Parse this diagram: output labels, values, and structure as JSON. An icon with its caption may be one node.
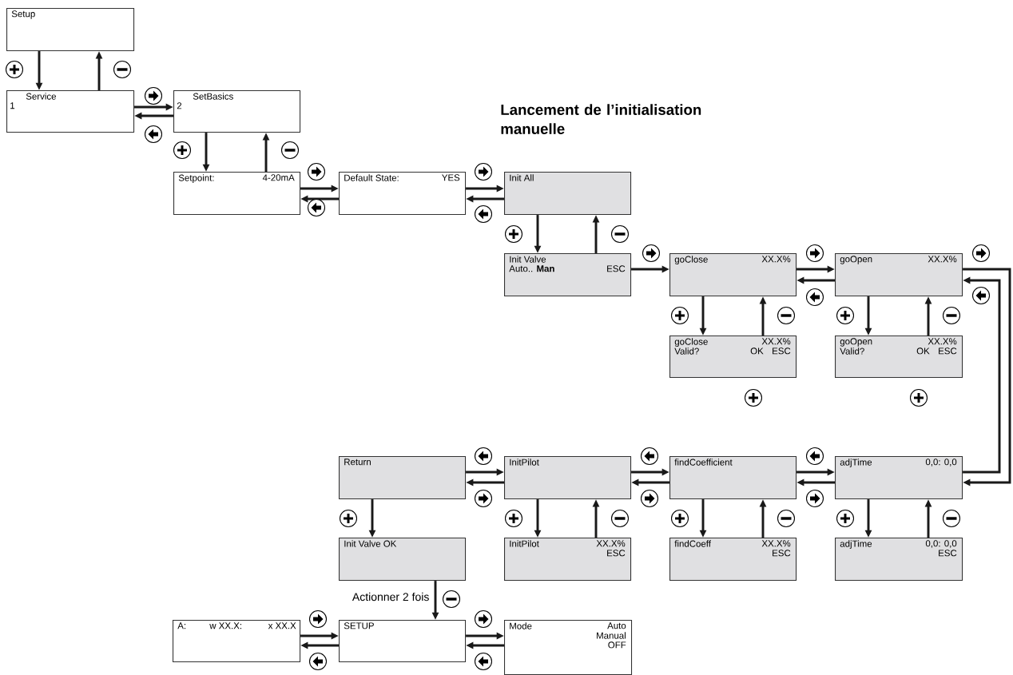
{
  "diagram": {
    "title": "Lancement de l’initialisation manuelle",
    "nodes": [
      {
        "text": [
          "Setup"
        ]
      },
      {
        "text": [
          "Service",
          "1"
        ]
      },
      {
        "text": [
          "SetBasics",
          "2"
        ]
      },
      {
        "text": [
          "Setpoint:",
          "4-20mA"
        ]
      },
      {
        "text": [
          "Default State:",
          "YES"
        ]
      },
      {
        "text": [
          "Init All"
        ]
      },
      {
        "text": [
          "Init Valve",
          "Auto.. **Man**",
          "ESC"
        ]
      },
      {
        "text": [
          "goClose",
          "XX.X%"
        ]
      },
      {
        "text": [
          "goOpen",
          "XX.X%"
        ]
      },
      {
        "text": [
          "goClose",
          "XX.X%",
          "Valid?",
          "OK",
          "ESC"
        ]
      },
      {
        "text": [
          "goOpen",
          "XX.X%",
          "Valid?",
          "OK",
          "ESC"
        ]
      },
      {
        "text": [
          "Return"
        ]
      },
      {
        "text": [
          "InitPilot"
        ]
      },
      {
        "text": [
          "findCoefficient"
        ]
      },
      {
        "text": [
          "adjTime",
          "0,0: 0,0"
        ]
      },
      {
        "text": [
          "Init Valve OK"
        ]
      },
      {
        "text": [
          "InitPilot",
          "XX.X%",
          "ESC"
        ]
      },
      {
        "text": [
          "findCoeff",
          "XX.X%",
          "ESC"
        ]
      },
      {
        "text": [
          "adjTime",
          "0,0: 0,0",
          "ESC"
        ]
      },
      {
        "text": [
          "A:",
          "w XX.X:",
          "x XX.X"
        ]
      },
      {
        "text": [
          "SETUP"
        ]
      },
      {
        "text": [
          "Mode",
          "Auto",
          "Manual",
          "OFF"
        ]
      }
    ],
    "edges": [
      {
        "from": 0,
        "to": 1,
        "arrow": "to"
      },
      {
        "from": 1,
        "to": 0,
        "arrow": "to"
      },
      {
        "from": 1,
        "to": 2,
        "arrow": "to"
      },
      {
        "from": 2,
        "to": 1,
        "arrow": "to"
      },
      {
        "from": 2,
        "to": 3,
        "arrow": "to"
      },
      {
        "from": 3,
        "to": 2,
        "arrow": "to"
      },
      {
        "from": 3,
        "to": 4,
        "arrow": "to"
      },
      {
        "from": 4,
        "to": 3,
        "arrow": "to"
      },
      {
        "from": 4,
        "to": 5,
        "arrow": "to"
      },
      {
        "from": 5,
        "to": 4,
        "arrow": "to"
      },
      {
        "from": 5,
        "to": 6,
        "arrow": "to"
      },
      {
        "from": 6,
        "to": 5,
        "arrow": "to"
      },
      {
        "from": 6,
        "to": 7,
        "arrow": "to"
      },
      {
        "from": 7,
        "to": 8,
        "arrow": "to"
      },
      {
        "from": 8,
        "to": 7,
        "arrow": "to"
      },
      {
        "from": 7,
        "to": 9,
        "arrow": "to"
      },
      {
        "from": 9,
        "to": 7,
        "arrow": "to"
      },
      {
        "from": 8,
        "to": 10,
        "arrow": "to"
      },
      {
        "from": 10,
        "to": 8,
        "arrow": "to"
      },
      {
        "from": 8,
        "to": 14,
        "arrow": "to"
      },
      {
        "from": 14,
        "to": 8,
        "arrow": "to"
      },
      {
        "from": 11,
        "to": 12,
        "arrow": "to"
      },
      {
        "from": 12,
        "to": 11,
        "arrow": "to"
      },
      {
        "from": 12,
        "to": 13,
        "arrow": "to"
      },
      {
        "from": 13,
        "to": 12,
        "arrow": "to"
      },
      {
        "from": 13,
        "to": 14,
        "arrow": "to"
      },
      {
        "from": 14,
        "to": 13,
        "arrow": "to"
      },
      {
        "from": 11,
        "to": 15,
        "arrow": "to"
      },
      {
        "from": 12,
        "to": 16,
        "arrow": "to"
      },
      {
        "from": 16,
        "to": 12,
        "arrow": "to"
      },
      {
        "from": 13,
        "to": 17,
        "arrow": "to"
      },
      {
        "from": 17,
        "to": 13,
        "arrow": "to"
      },
      {
        "from": 14,
        "to": 18,
        "arrow": "to"
      },
      {
        "from": 18,
        "to": 14,
        "arrow": "to"
      },
      {
        "from": 15,
        "to": 20,
        "arrow": "to",
        "label": "Actionner 2 fois"
      },
      {
        "from": 19,
        "to": 20,
        "arrow": "to"
      },
      {
        "from": 20,
        "to": 19,
        "arrow": "to"
      },
      {
        "from": 20,
        "to": 21,
        "arrow": "to"
      },
      {
        "from": 21,
        "to": 20,
        "arrow": "to"
      }
    ]
  }
}
